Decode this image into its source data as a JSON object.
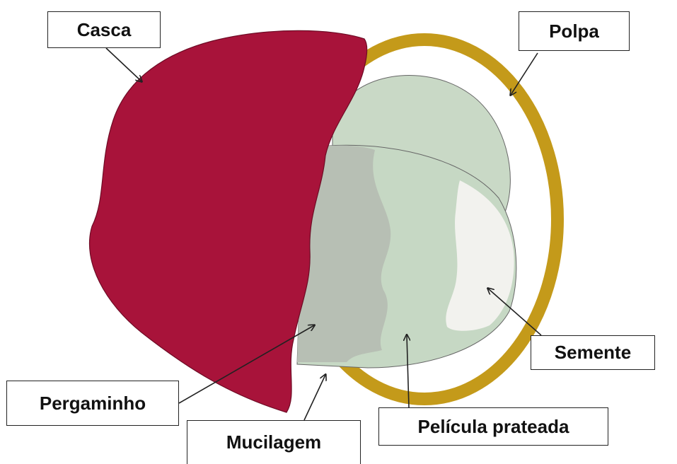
{
  "labels": {
    "casca": "Casca",
    "polpa": "Polpa",
    "semente": "Semente",
    "pergaminho": "Pergaminho",
    "mucilagem": "Mucilagem",
    "pelicula": "Película prateada"
  },
  "colors": {
    "casca": "#a8133a",
    "polpa": "#c49a1a",
    "pergaminho": "#c9d9c6",
    "pelicula": "#c6d8c4",
    "semente_dark": "#b7bfb4",
    "semente_light": "#f2f2ee",
    "mucilagem": "#ffffff",
    "outline": "#555555"
  }
}
